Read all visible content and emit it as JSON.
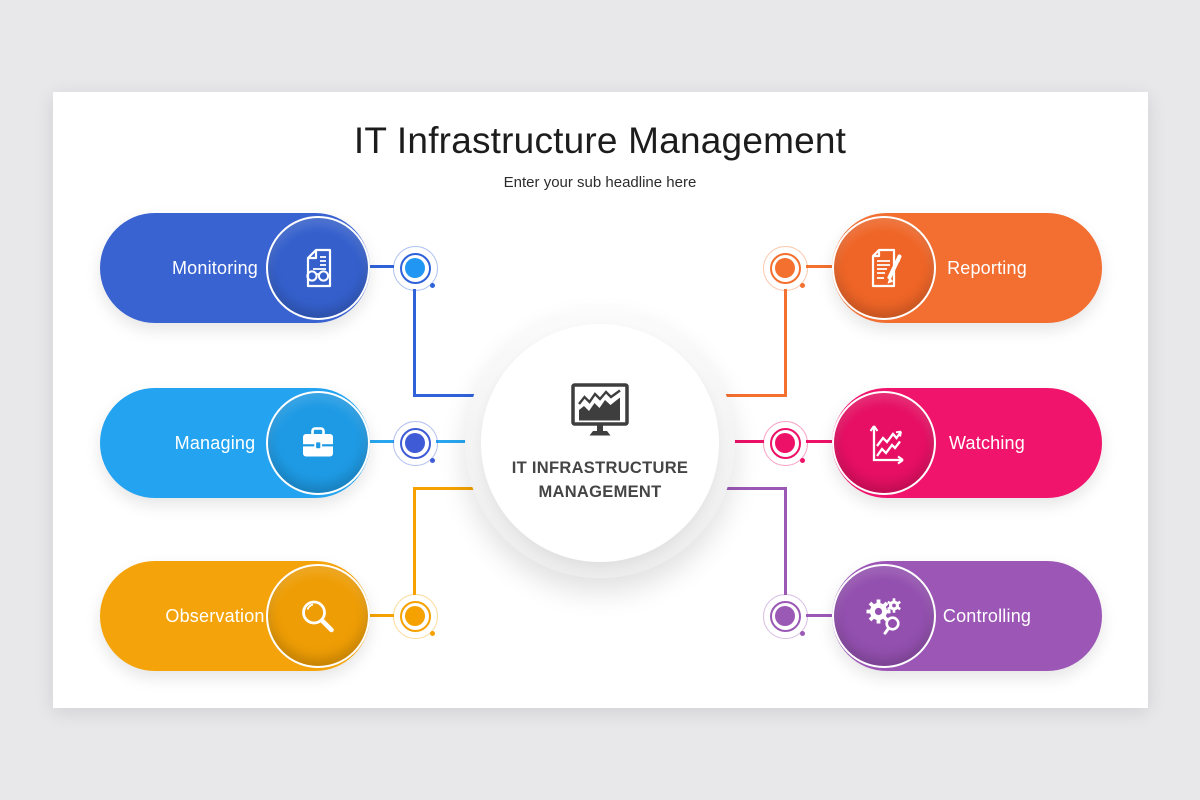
{
  "page": {
    "background_color": "#e8e7e9",
    "card_background": "#ffffff"
  },
  "header": {
    "title": "IT Infrastructure Management",
    "subtitle": "Enter your sub headline here"
  },
  "center": {
    "icon": "monitor-chart-icon",
    "label_line1": "IT INFRASTRUCTURE",
    "label_line2": "MANAGEMENT",
    "text_color": "#454545"
  },
  "items": [
    {
      "id": "monitoring",
      "label": "Monitoring",
      "side": "left",
      "pill_color": "#3A63D2",
      "line_color": "#2F62D9",
      "node_dot_color": "#2196F3",
      "icon": "document-glasses-icon"
    },
    {
      "id": "managing",
      "label": "Managing",
      "side": "left",
      "pill_color": "#23A3F0",
      "line_color": "#29A6F0",
      "node_dot_color": "#3F5BD6",
      "icon": "briefcase-icon"
    },
    {
      "id": "observation",
      "label": "Observation",
      "side": "left",
      "pill_color": "#F4A40A",
      "line_color": "#F5A200",
      "node_dot_color": "#F5A200",
      "icon": "magnifier-icon"
    },
    {
      "id": "reporting",
      "label": "Reporting",
      "side": "right",
      "pill_color": "#F26E31",
      "line_color": "#F4702E",
      "node_dot_color": "#F4702E",
      "icon": "document-pencil-icon"
    },
    {
      "id": "watching",
      "label": "Watching",
      "side": "right",
      "pill_color": "#F0146C",
      "line_color": "#ED1168",
      "node_dot_color": "#ED1168",
      "icon": "line-chart-icon"
    },
    {
      "id": "controlling",
      "label": "Controlling",
      "side": "right",
      "pill_color": "#9C57B6",
      "line_color": "#9B59B6",
      "node_dot_color": "#9B59B6",
      "icon": "gears-magnifier-icon"
    }
  ]
}
